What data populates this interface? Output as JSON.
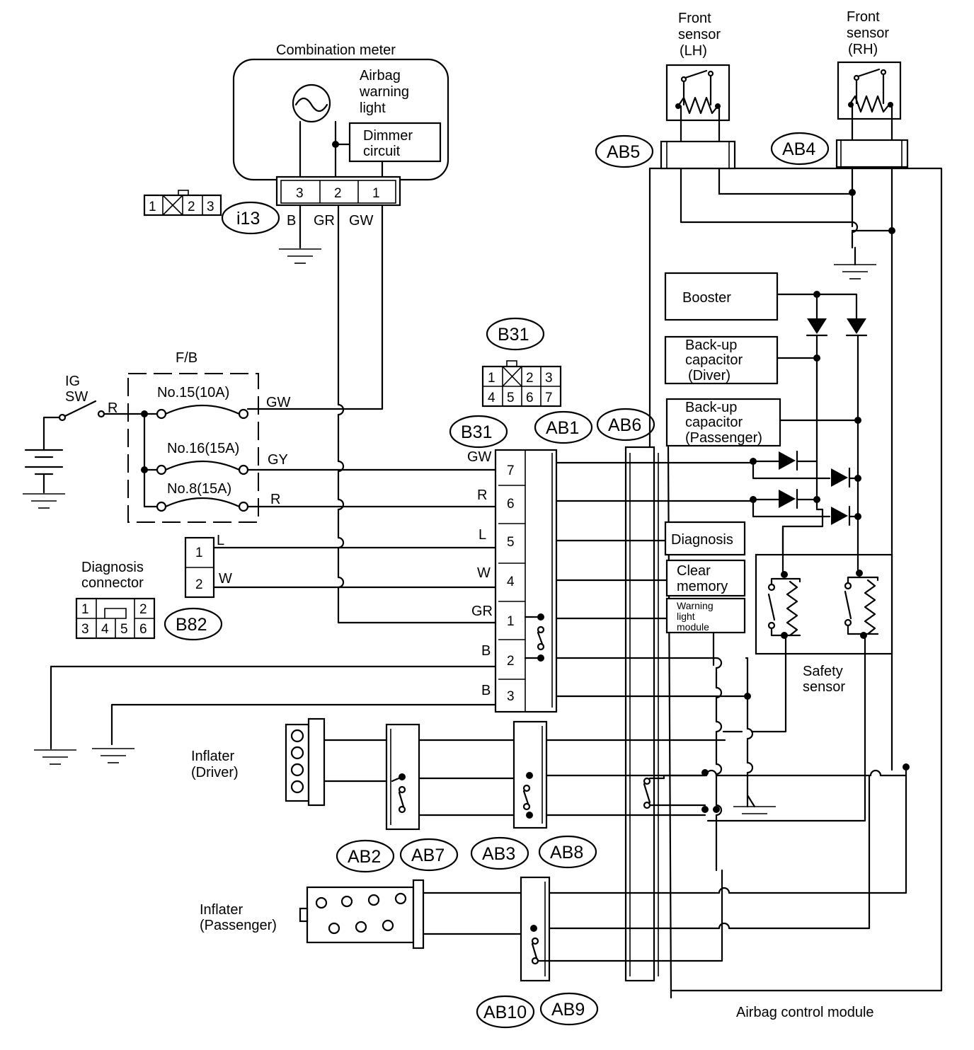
{
  "labels": {
    "combination_meter": "Combination meter",
    "airbag_warning_light": [
      "Airbag",
      "warning",
      "light"
    ],
    "dimmer_circuit": [
      "Dimmer",
      "circuit"
    ],
    "front_sensor_lh": [
      "Front",
      "sensor",
      "(LH)"
    ],
    "front_sensor_rh": [
      "Front",
      "sensor",
      "(RH)"
    ],
    "fb": "F/B",
    "ig_sw": [
      "IG",
      "SW"
    ],
    "diagnosis_connector": [
      "Diagnosis",
      "connector"
    ],
    "booster": "Booster",
    "backup_cap_driver": [
      "Back-up",
      "capacitor",
      "(Diver)"
    ],
    "backup_cap_passenger": [
      "Back-up",
      "capacitor",
      "(Passenger)"
    ],
    "diagnosis": "Diagnosis",
    "clear_memory": [
      "Clear",
      "memory"
    ],
    "warning_light_module": [
      "Warning",
      "light",
      "module"
    ],
    "safety_sensor": [
      "Safety",
      "sensor"
    ],
    "inflater_driver": [
      "Inflater",
      "(Driver)"
    ],
    "inflater_passenger": [
      "Inflater",
      "(Passenger)"
    ],
    "airbag_control_module": "Airbag control module"
  },
  "fuses": [
    "No.15(10A)",
    "No.16(15A)",
    "No.8(15A)"
  ],
  "wire_colors": {
    "meter": [
      "B",
      "GR",
      "GW"
    ],
    "ig_out": "R",
    "fuse_out": [
      "GW",
      "GY",
      "R"
    ],
    "diag": [
      "L",
      "W"
    ],
    "b31": [
      "GW",
      "R",
      "L",
      "W",
      "GR",
      "B",
      "B"
    ]
  },
  "meter_pins": [
    "3",
    "2",
    "1"
  ],
  "b31_pins": [
    "7",
    "6",
    "5",
    "4",
    "1",
    "2",
    "3"
  ],
  "diag_pins": [
    "1",
    "2"
  ],
  "i13_icon": [
    "1",
    "2",
    "3"
  ],
  "b31_icon": [
    "1",
    "2",
    "3",
    "4",
    "5",
    "6",
    "7"
  ],
  "b82_icon": [
    "1",
    "2",
    "3",
    "4",
    "5",
    "6"
  ],
  "connectors": {
    "i13": "i13",
    "b31_top": "B31",
    "b31": "B31",
    "ab1": "AB1",
    "ab2": "AB2",
    "ab3": "AB3",
    "ab4": "AB4",
    "ab5": "AB5",
    "ab6": "AB6",
    "ab7": "AB7",
    "ab8": "AB8",
    "ab9": "AB9",
    "ab10": "AB10",
    "b82": "B82"
  }
}
